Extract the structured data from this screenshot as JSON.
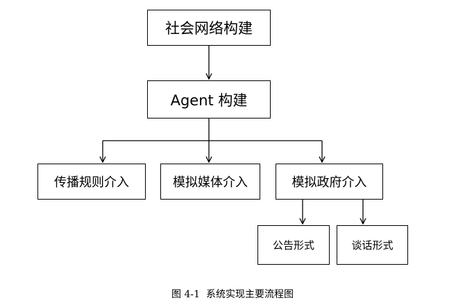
{
  "nodes": {
    "top": "社会网络构建",
    "agent": "Agent 构建",
    "left": "传播规则介入",
    "middle": "模拟媒体介入",
    "right": "模拟政府介入",
    "sub_left": "公告形式",
    "sub_right": "谈话形式"
  },
  "caption": "图 4-1  系统实现主要流程图"
}
